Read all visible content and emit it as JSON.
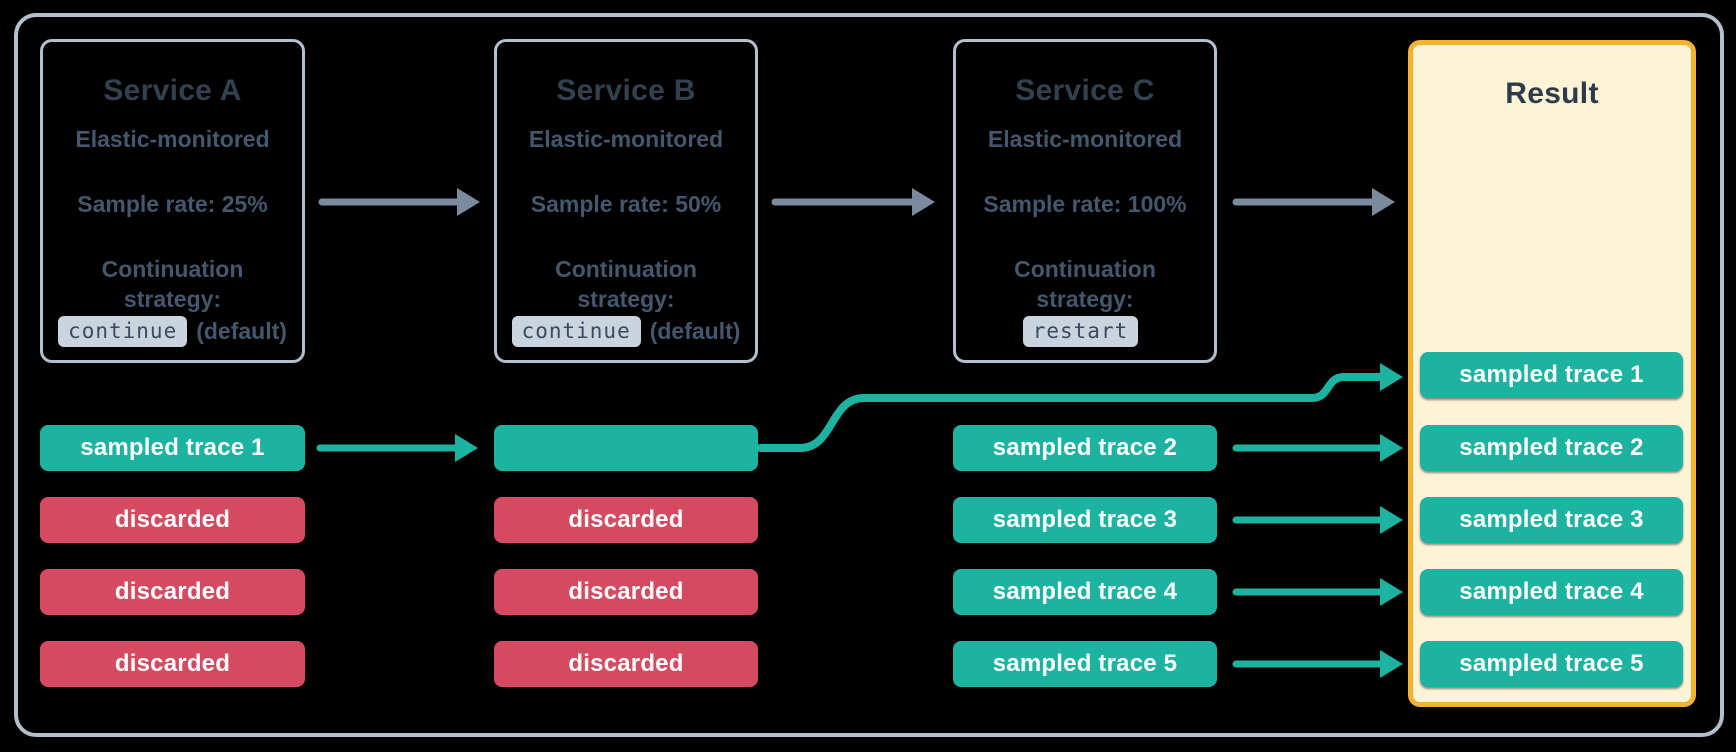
{
  "diagram": {
    "services": [
      {
        "title": "Service A",
        "subtitle": "Elastic-monitored",
        "sample_rate": "Sample rate: 25%",
        "continuation_label": "Continuation strategy:",
        "strategy": "continue",
        "strategy_note": "(default)"
      },
      {
        "title": "Service B",
        "subtitle": "Elastic-monitored",
        "sample_rate": "Sample rate: 50%",
        "continuation_label": "Continuation strategy:",
        "strategy": "continue",
        "strategy_note": "(default)"
      },
      {
        "title": "Service C",
        "subtitle": "Elastic-monitored",
        "sample_rate": "Sample rate: 100%",
        "continuation_label": "Continuation strategy:",
        "strategy": "restart",
        "strategy_note": ""
      }
    ],
    "trace_columns": [
      {
        "chips": [
          {
            "label": "sampled trace 1",
            "status": "sampled"
          },
          {
            "label": "discarded",
            "status": "discarded"
          },
          {
            "label": "discarded",
            "status": "discarded"
          },
          {
            "label": "discarded",
            "status": "discarded"
          }
        ]
      },
      {
        "chips": [
          {
            "label": "",
            "status": "sampled"
          },
          {
            "label": "discarded",
            "status": "discarded"
          },
          {
            "label": "discarded",
            "status": "discarded"
          },
          {
            "label": "discarded",
            "status": "discarded"
          }
        ]
      },
      {
        "chips": [
          {
            "label": "sampled trace 2",
            "status": "sampled"
          },
          {
            "label": "sampled trace 3",
            "status": "sampled"
          },
          {
            "label": "sampled trace 4",
            "status": "sampled"
          },
          {
            "label": "sampled trace 5",
            "status": "sampled"
          }
        ]
      }
    ],
    "result": {
      "title": "Result",
      "chips": [
        {
          "label": "sampled trace 1"
        },
        {
          "label": "sampled trace 2"
        },
        {
          "label": "sampled trace 3"
        },
        {
          "label": "sampled trace 4"
        },
        {
          "label": "sampled trace 5"
        }
      ]
    },
    "colors": {
      "sampled_chip": "#1db3a1",
      "discarded_chip": "#d54a60",
      "flow_arrow_gray": "#7b8b9d",
      "trace_arrow_teal": "#1db3a1",
      "result_border": "#f2b430",
      "result_bg": "#fdf4d8",
      "card_border": "#b4c0cc",
      "frame_border": "#b3bfca",
      "title_text": "#33404f",
      "body_text": "#45576c",
      "code_chip_bg": "#c9d4df"
    }
  }
}
